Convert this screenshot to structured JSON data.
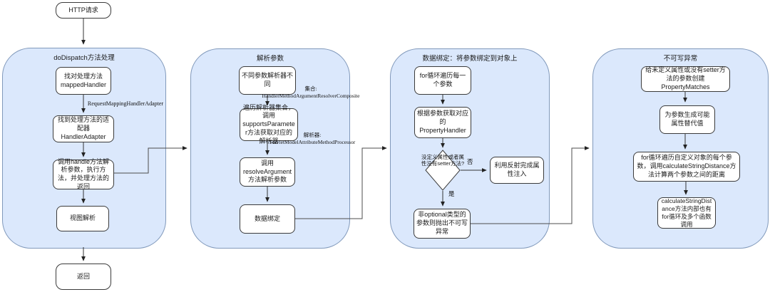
{
  "colors": {
    "container_fill": "#dbe8fc",
    "container_border": "#8199bb",
    "node_fill": "#ffffff",
    "node_border": "#3b3b3b",
    "arrow": "#333333"
  },
  "start_node": {
    "label": "HTTP请求"
  },
  "end_node": {
    "label": "返回"
  },
  "containers": [
    {
      "title": "doDispatch方法处理",
      "nodes": [
        "找对处理方法 mappedHandler",
        "找到处理方法的适配器HandlerAdapter",
        "调用handle方法解析参数，执行方法，并处理方法的返回",
        "视图解析"
      ],
      "edge_labels": [
        "RequestMappingHandlerAdapter"
      ]
    },
    {
      "title": "解析参数",
      "nodes": [
        "不同参数解析器不同",
        "遍历解析器集合，调用supportsParameter方法获取对应的解析器",
        "调用resolveArgument方法解析参数",
        "数据绑定"
      ],
      "edge_labels": [
        "集合:\nHandlerMethodArgumentResolverComposite",
        "解析器:\nServletModelAttributeMethodProcessor"
      ]
    },
    {
      "title": "数据绑定：将参数绑定到对象上",
      "nodes": [
        "for循环遍历每一个参数",
        "根据参数获取对应的PropertyHandler",
        "没定义属性或者属性没有setter方法?",
        "利用反射完成属性注入",
        "非optional类型的参数则抛出不可写异常"
      ],
      "edge_labels": [
        "否",
        "是"
      ]
    },
    {
      "title": "不可写异常",
      "nodes": [
        "给未定义属性或没有setter方法的参数创建PropertyMatches",
        "为参数生成可能属性替代值",
        "for循环遍历自定义对象的每个参数，调用calculateStringDistance方法计算两个参数之间的距离",
        "calculateStringDistance方法内部也有for循环及多个函数调用"
      ],
      "edge_labels": []
    }
  ]
}
